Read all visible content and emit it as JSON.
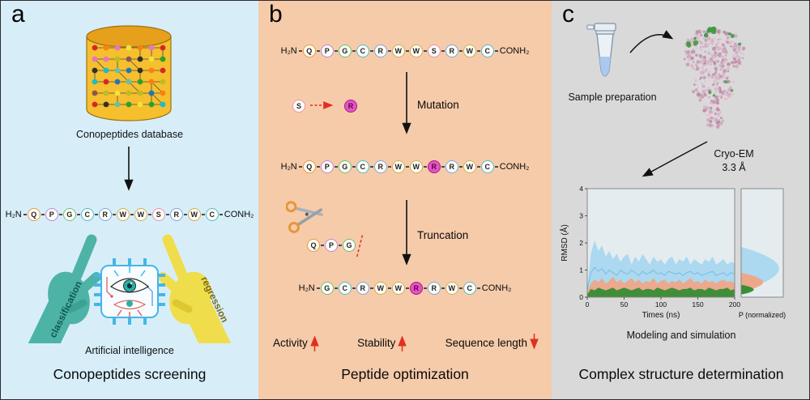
{
  "seq_affix": {
    "prefix": "H₂N",
    "suffix": "CONH₂"
  },
  "residue_colors": {
    "Q": "#e89a3a",
    "P": "#bb86d6",
    "G": "#6fbf73",
    "C": "#52b9c8",
    "R": "#7aa7e0",
    "W": "#cfae4e",
    "S": "#ef8faf",
    "R*": "#b0148c"
  },
  "colors": {
    "panel_a_bg": "#d7eef9",
    "panel_b_bg": "#f6cbaa",
    "panel_c_bg": "#d9d9d9",
    "mutation_fill": "#e454c4",
    "accent_red": "#e03020",
    "hand_left": "#4db3a6",
    "hand_right": "#f0dd4b",
    "dot_palette": [
      "#d62728",
      "#1f77b4",
      "#2ca02c",
      "#ff7f0e",
      "#9467bd",
      "#17becf",
      "#e377c2",
      "#bcbd22",
      "#8c564b",
      "#f2e33a",
      "#2f2f2f",
      "#66c2a5"
    ],
    "protein_palette": [
      "#dcc0cf",
      "#cfa9bf",
      "#c495b1",
      "#e6d3dd",
      "#bb87a2",
      "#d4b2c4"
    ],
    "protein_green": "#3e9a41"
  },
  "panel_a": {
    "label": "a",
    "database_caption": "Conopeptides database",
    "sequence": [
      "Q",
      "P",
      "G",
      "C",
      "R",
      "W",
      "W",
      "S",
      "R",
      "W",
      "C"
    ],
    "left_hand_label": "classification",
    "right_hand_label": "regression",
    "ai_caption": "Artificial intelligence",
    "title": "Conopeptides screening"
  },
  "panel_b": {
    "label": "b",
    "seq_original": [
      "Q",
      "P",
      "G",
      "C",
      "R",
      "W",
      "W",
      "S",
      "R",
      "W",
      "C"
    ],
    "mutation": {
      "from": "S",
      "to": "R*",
      "arrow_label": "Mutation"
    },
    "seq_mutated": [
      "Q",
      "P",
      "G",
      "C",
      "R",
      "W",
      "W",
      "R*",
      "R",
      "W",
      "C"
    ],
    "truncation": {
      "removed": [
        "Q",
        "P",
        "G"
      ],
      "arrow_label": "Truncation"
    },
    "seq_truncated": [
      "G",
      "C",
      "R",
      "W",
      "W",
      "R*",
      "R",
      "W",
      "C"
    ],
    "outcomes": [
      {
        "label": "Activity",
        "direction": "up"
      },
      {
        "label": "Stability",
        "direction": "up"
      },
      {
        "label": "Sequence length",
        "direction": "down"
      }
    ],
    "title": "Peptide optimization"
  },
  "panel_c": {
    "label": "c",
    "sample_caption": "Sample preparation",
    "method_label": "Cryo-EM",
    "resolution": "3.3 Å",
    "sim_caption": "Modeling and simulation",
    "title": "Complex structure determination"
  },
  "chart_data": {
    "type": "line",
    "xlabel": "Times (ns)",
    "ylabel": "RMSD (Å)",
    "side_label": "P (normalized)",
    "xlim": [
      0,
      200
    ],
    "ylim": [
      0,
      4
    ],
    "xticks": [
      0,
      50,
      100,
      150,
      200
    ],
    "yticks": [
      0,
      1,
      2,
      3,
      4
    ],
    "x_step": 5,
    "series": [
      {
        "name": "series_blue_area",
        "color": "#a9d7ef",
        "fill": true,
        "opacity": 0.95,
        "values": [
          0.3,
          1.6,
          2.1,
          1.7,
          1.9,
          1.5,
          1.7,
          1.4,
          1.6,
          1.3,
          1.5,
          1.6,
          1.2,
          1.5,
          1.3,
          1.6,
          1.4,
          1.2,
          1.5,
          1.3,
          1.4,
          1.2,
          1.4,
          1.5,
          1.2,
          1.4,
          1.3,
          1.5,
          1.2,
          1.4,
          1.3,
          1.2,
          1.4,
          1.3,
          1.5,
          1.2,
          1.3,
          1.4,
          1.2,
          1.3,
          1.25
        ]
      },
      {
        "name": "series_blue_line",
        "color": "#74b9e2",
        "fill": false,
        "values": [
          0.25,
          0.9,
          1.1,
          0.95,
          1.05,
          0.85,
          1.0,
          0.9,
          0.8,
          1.0,
          0.9,
          0.85,
          1.0,
          0.9,
          0.8,
          0.95,
          0.85,
          0.9,
          1.0,
          0.85,
          0.9,
          0.8,
          0.95,
          0.9,
          0.85,
          0.9,
          0.8,
          0.9,
          0.95,
          0.85,
          0.9,
          0.8,
          0.85,
          0.9,
          0.95,
          0.8,
          0.85,
          0.9,
          0.8,
          0.9,
          0.85
        ]
      },
      {
        "name": "series_orange_area",
        "color": "#f0a584",
        "fill": true,
        "opacity": 0.92,
        "values": [
          0.2,
          0.5,
          0.65,
          0.55,
          0.7,
          0.5,
          0.6,
          0.75,
          0.55,
          0.65,
          0.5,
          0.6,
          0.7,
          0.55,
          0.65,
          0.5,
          0.6,
          0.55,
          0.7,
          0.5,
          0.6,
          0.65,
          0.5,
          0.6,
          0.55,
          0.65,
          0.5,
          0.6,
          0.7,
          0.55,
          0.6,
          0.5,
          0.65,
          0.55,
          0.6,
          0.5,
          0.6,
          0.65,
          0.55,
          0.6,
          0.5
        ]
      },
      {
        "name": "series_green_area",
        "color": "#2e8b2e",
        "fill": true,
        "opacity": 0.9,
        "values": [
          0.1,
          0.3,
          0.25,
          0.35,
          0.3,
          0.25,
          0.3,
          0.35,
          0.25,
          0.3,
          0.35,
          0.3,
          0.25,
          0.3,
          0.35,
          0.25,
          0.3,
          0.3,
          0.25,
          0.35,
          0.3,
          0.25,
          0.3,
          0.35,
          0.3,
          0.25,
          0.3,
          0.3,
          0.35,
          0.25,
          0.3,
          0.3,
          0.25,
          0.35,
          0.3,
          0.25,
          0.3,
          0.3,
          0.35,
          0.25,
          0.3
        ]
      }
    ],
    "distributions": [
      {
        "peak": 1.05,
        "halfwidth": 0.8,
        "rel_width": 0.9,
        "color": "#a9d7ef"
      },
      {
        "peak": 0.55,
        "halfwidth": 0.35,
        "rel_width": 0.52,
        "color": "#f0a584"
      },
      {
        "peak": 0.28,
        "halfwidth": 0.18,
        "rel_width": 0.3,
        "color": "#2e8b2e"
      }
    ]
  }
}
